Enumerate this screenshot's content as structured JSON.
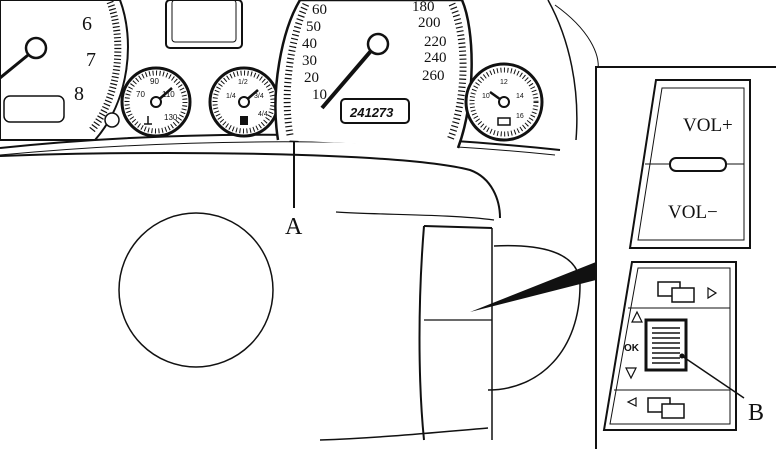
{
  "tachometer": {
    "numbers": [
      "6",
      "7",
      "8"
    ]
  },
  "speedometer": {
    "inner_numbers": [
      "60",
      "50",
      "40",
      "30",
      "20",
      "10"
    ],
    "outer_numbers": [
      "180",
      "200",
      "220",
      "240",
      "260"
    ],
    "odometer": "241273"
  },
  "temp_gauge": {
    "labels": [
      "70",
      "90",
      "110",
      "130"
    ]
  },
  "fuel_gauge": {
    "labels": [
      "1/4",
      "1/2",
      "3/4",
      "4/4"
    ]
  },
  "oil_gauge": {
    "labels": [
      "10",
      "12",
      "14",
      "16"
    ]
  },
  "callouts": {
    "a": "A",
    "b": "B"
  },
  "volume_panel": {
    "vol_plus": "VOL+",
    "vol_minus": "VOL−"
  },
  "nav_panel": {
    "ok": "OK"
  }
}
